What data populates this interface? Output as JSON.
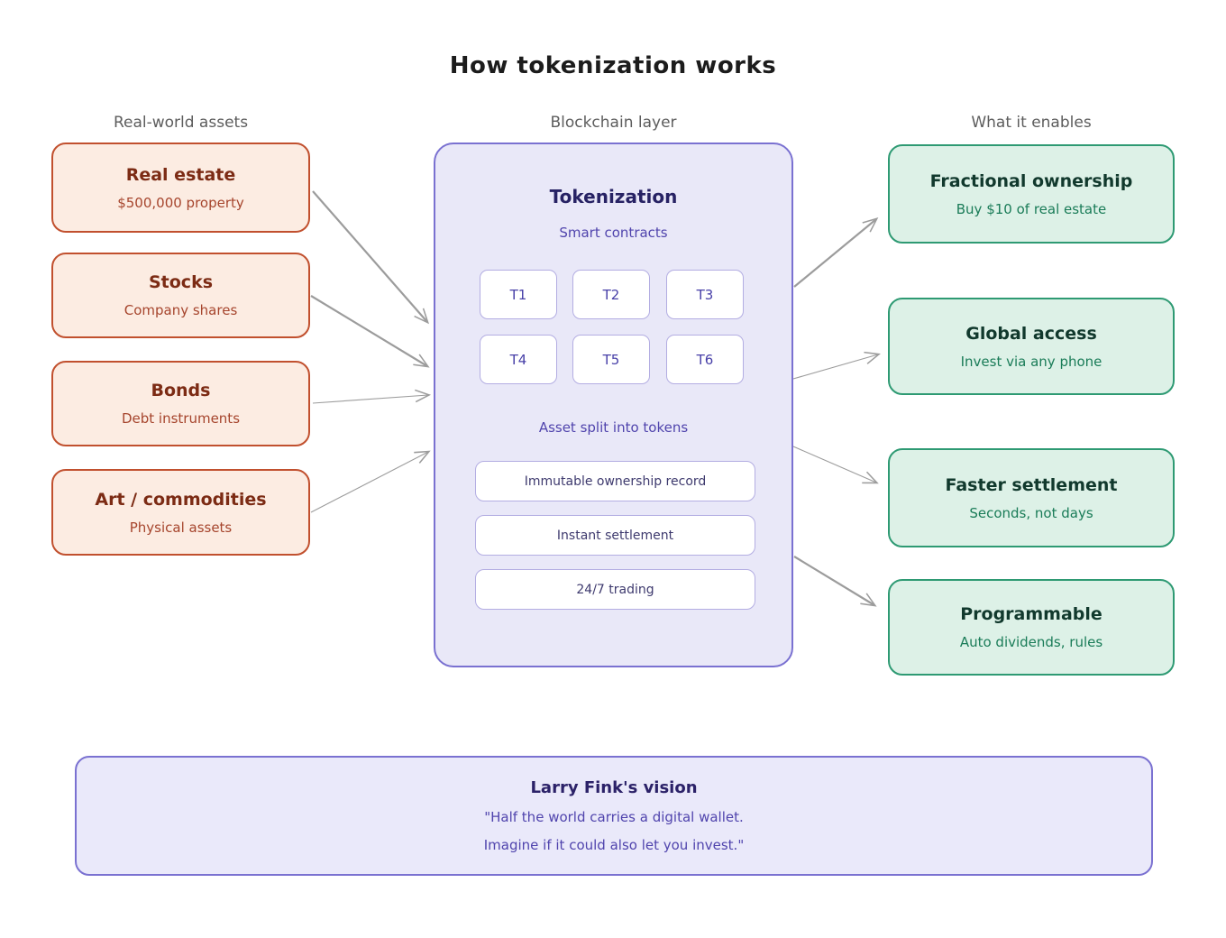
{
  "title": "How tokenization works",
  "columns": {
    "left_header": "Real-world assets",
    "center_header": "Blockchain layer",
    "right_header": "What it enables"
  },
  "assets": [
    {
      "title": "Real estate",
      "subtitle": "$500,000 property"
    },
    {
      "title": "Stocks",
      "subtitle": "Company shares"
    },
    {
      "title": "Bonds",
      "subtitle": "Debt instruments"
    },
    {
      "title": "Art / commodities",
      "subtitle": "Physical assets"
    }
  ],
  "blockchain": {
    "title": "Tokenization",
    "subtitle": "Smart contracts",
    "tokens": [
      "T1",
      "T2",
      "T3",
      "T4",
      "T5",
      "T6"
    ],
    "caption": "Asset split into tokens",
    "features": [
      "Immutable ownership record",
      "Instant settlement",
      "24/7 trading"
    ]
  },
  "enables": [
    {
      "title": "Fractional ownership",
      "subtitle": "Buy $10 of real estate"
    },
    {
      "title": "Global access",
      "subtitle": "Invest via any phone"
    },
    {
      "title": "Faster settlement",
      "subtitle": "Seconds, not days"
    },
    {
      "title": "Programmable",
      "subtitle": "Auto dividends, rules"
    }
  ],
  "vision": {
    "title": "Larry Fink's vision",
    "line1": "\"Half the world carries a digital wallet.",
    "line2": "Imagine if it could also let you invest.\""
  },
  "colors": {
    "asset_border": "#c1502e",
    "asset_bg": "#fcece2",
    "asset_title": "#7c2b14",
    "asset_subtitle": "#a6452d",
    "chain_border": "#7a71d1",
    "chain_bg": "#e9e8f8",
    "chain_title": "#272264",
    "chain_accent": "#5044ad",
    "enable_border": "#2e9a73",
    "enable_bg": "#ddf1e7",
    "enable_title": "#11392d",
    "enable_subtitle": "#1a7c58",
    "arrow": "#9c9c9c",
    "header_gray": "#5d5d5d"
  }
}
